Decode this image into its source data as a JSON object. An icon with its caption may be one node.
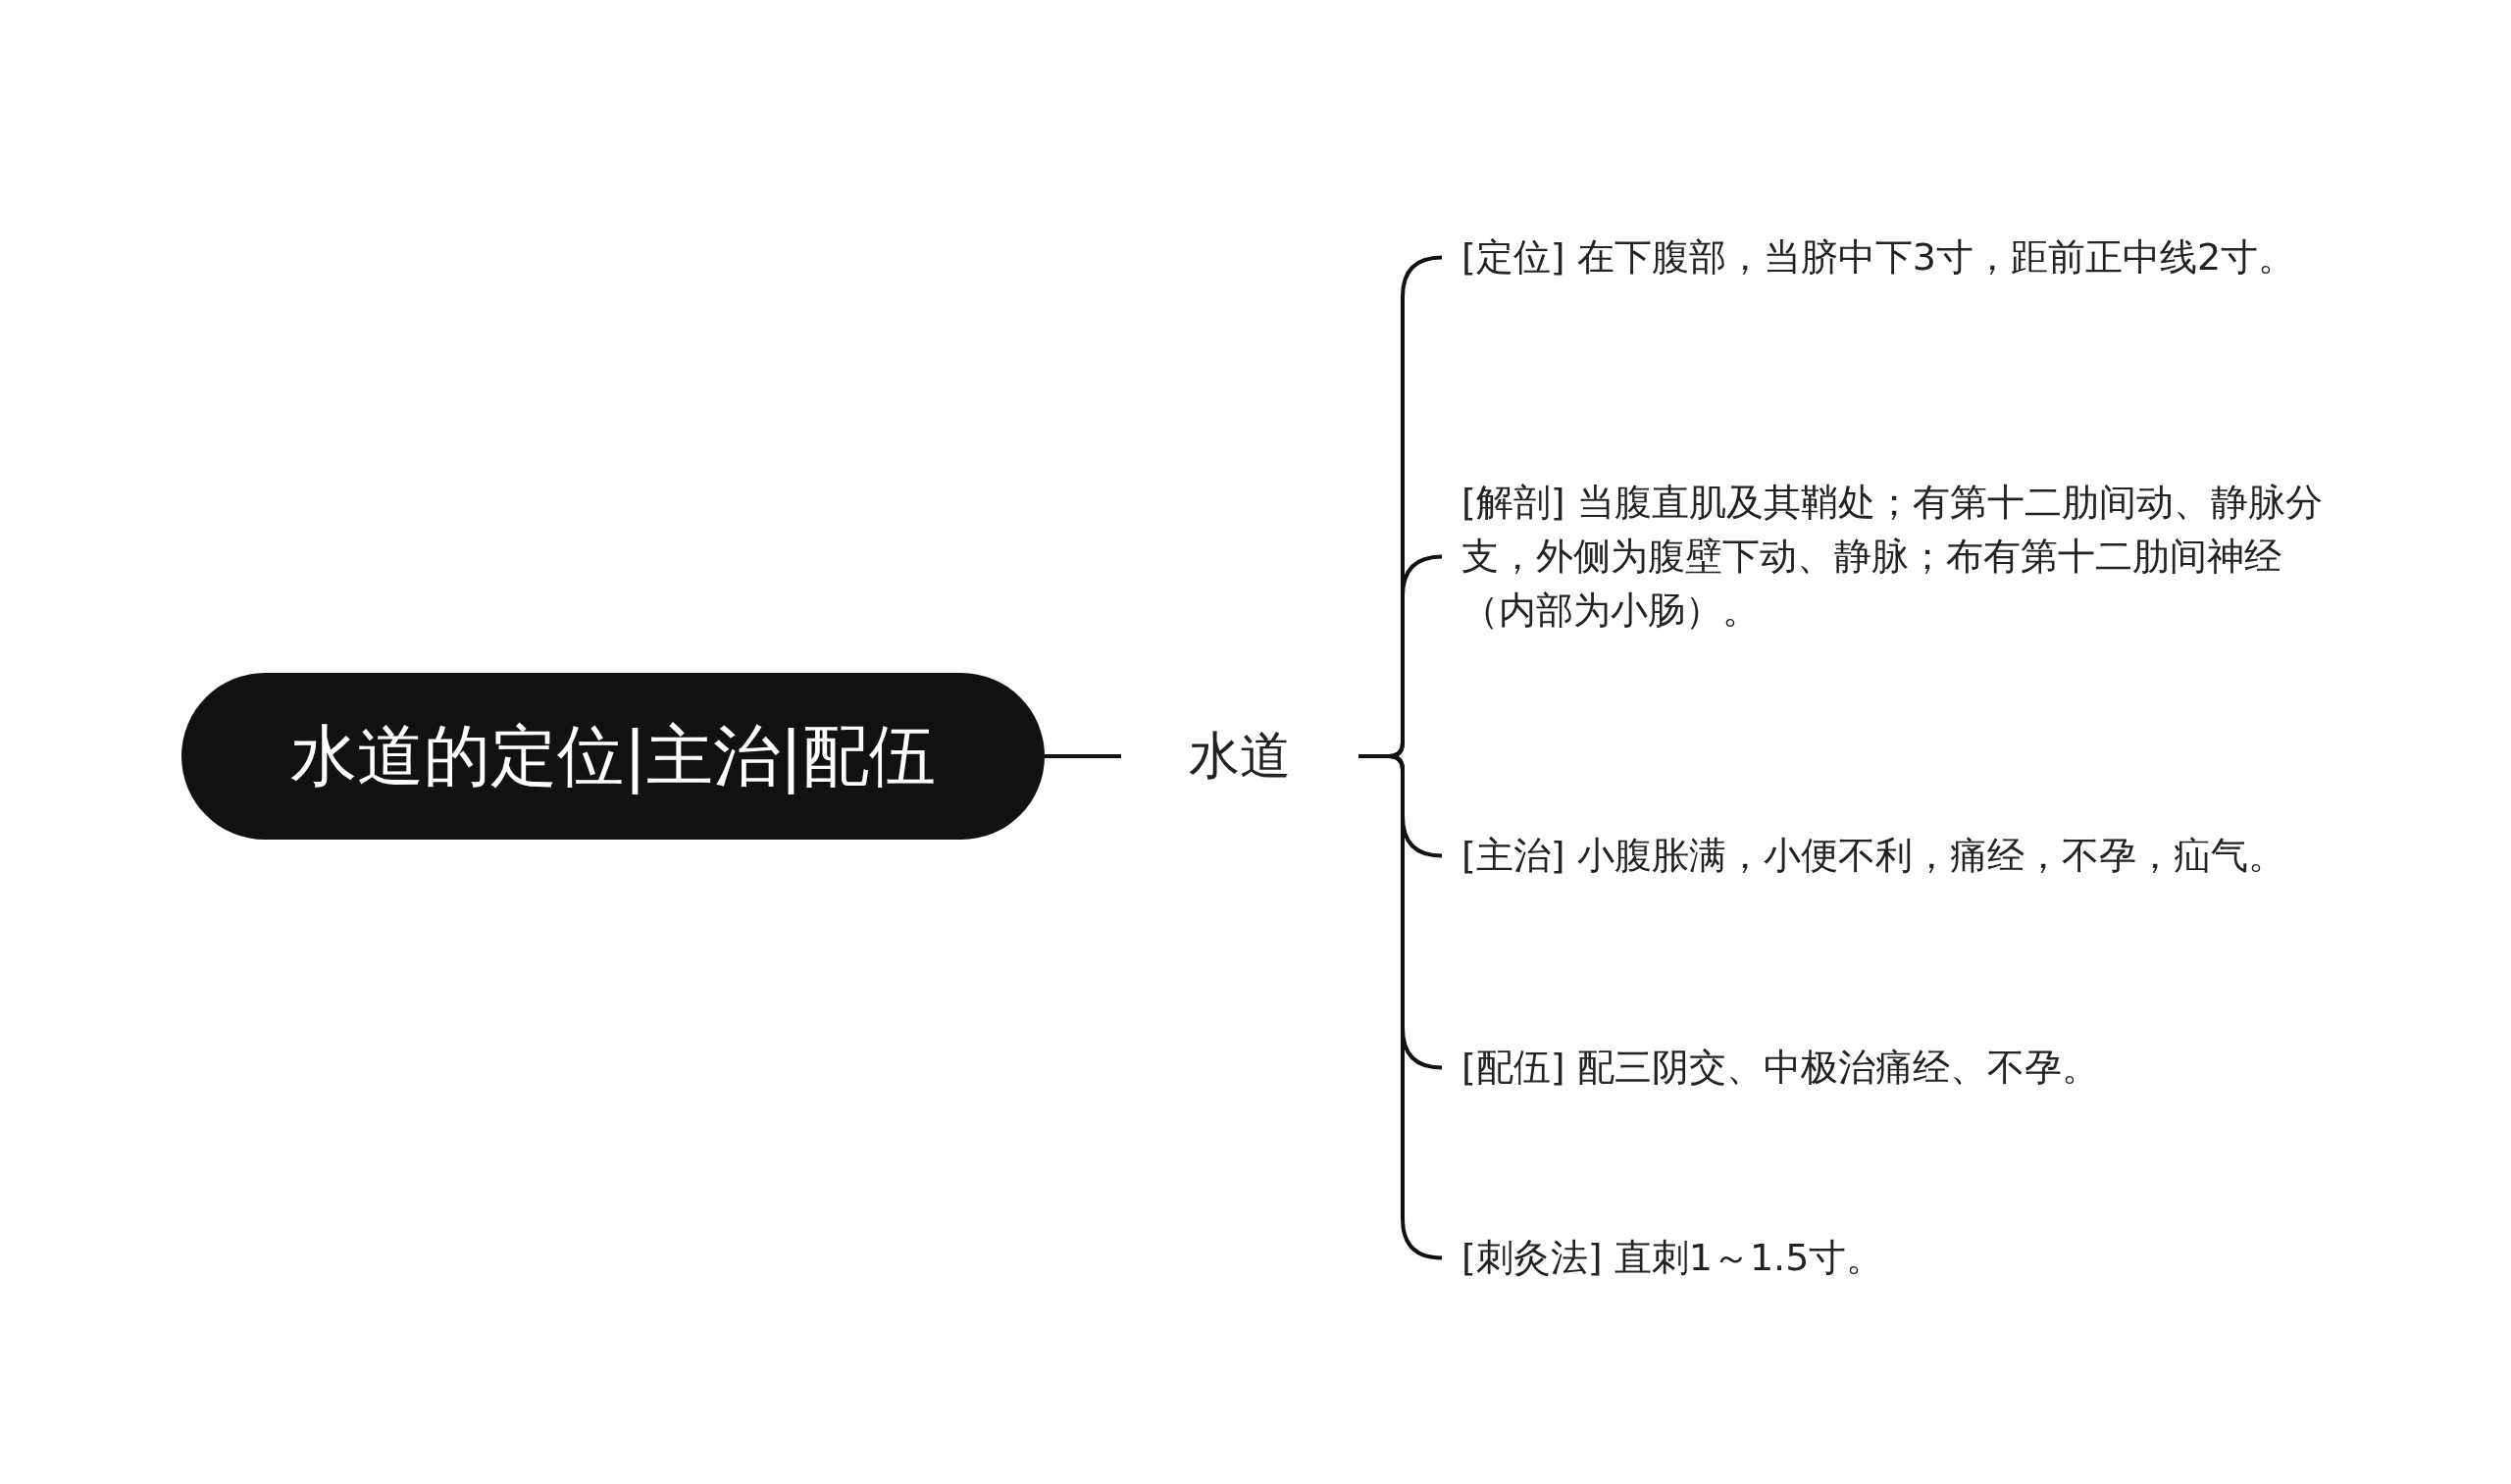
{
  "diagram": {
    "nodes": [
      {
        "text": [
          "水道的定位|主治|配伍"
        ]
      },
      {
        "text": [
          "水道"
        ]
      },
      {
        "text": [
          "[定位] 在下腹部，当脐中下3寸，距前正中线2寸。"
        ]
      },
      {
        "text": [
          "[解剖] 当腹直肌及其鞘处；有第十二肋间动、静脉分支，外侧为腹壁下动、静脉；布有第十二肋间神经（内部为小肠）。"
        ]
      },
      {
        "text": [
          "[主治] 小腹胀满，小便不利，痛经，不孕，疝气。"
        ]
      },
      {
        "text": [
          "[配伍] 配三阴交、中极治痛经、不孕。"
        ]
      },
      {
        "text": [
          "[刺灸法] 直刺1～1.5寸。"
        ]
      }
    ],
    "edges": [
      {
        "from": 0,
        "to": 1,
        "arrow": "none"
      },
      {
        "from": 1,
        "to": 2,
        "arrow": "none"
      },
      {
        "from": 1,
        "to": 3,
        "arrow": "none"
      },
      {
        "from": 1,
        "to": 4,
        "arrow": "none"
      },
      {
        "from": 1,
        "to": 5,
        "arrow": "none"
      },
      {
        "from": 1,
        "to": 6,
        "arrow": "none"
      }
    ]
  }
}
